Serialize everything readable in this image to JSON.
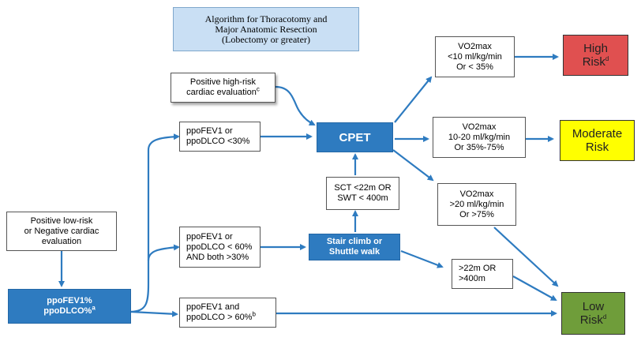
{
  "colors": {
    "arrow": "#2e7bc0",
    "blue_box": "#2e7bc0",
    "title_bg": "#c9dff4",
    "high_risk": "#e05050",
    "moderate_risk": "#ffff00",
    "low_risk": "#6f9d3a"
  },
  "title": {
    "line1": "Algorithm for Thoracotomy and",
    "line2": "Major Anatomic Resection",
    "line3": "(Lobectomy or greater)"
  },
  "nodes": {
    "positive_high_risk": {
      "line1": "Positive high-risk",
      "line2": "cardiac evaluation",
      "sup": "c"
    },
    "positive_low_risk": {
      "line1": "Positive low-risk",
      "line2": "or Negative cardiac",
      "line3": "evaluation"
    },
    "ppofev1_input": {
      "line1": "ppoFEV1%",
      "line2": "ppoDLCO%",
      "sup": "a"
    },
    "lt30": {
      "line1": "ppoFEV1 or",
      "line2": "ppoDLCO <30%"
    },
    "mid": {
      "line1": "ppoFEV1 or",
      "line2": "ppoDLCO < 60%",
      "line3": "AND both >30%"
    },
    "gt60": {
      "line1": "ppoFEV1 and",
      "line2": "ppoDLCO > 60%",
      "sup": "b"
    },
    "cpet": {
      "label": "CPET"
    },
    "stair": {
      "line1": "Stair climb or",
      "line2": "Shuttle walk"
    },
    "sct": {
      "line1": "SCT <22m OR",
      "line2": "SWT < 400m"
    },
    "gt22": {
      "line1": ">22m OR",
      "line2": ">400m"
    },
    "vo2_high": {
      "line1": "VO2max",
      "line2": "<10 ml/kg/min",
      "line3": "Or < 35%"
    },
    "vo2_mod": {
      "line1": "VO2max",
      "line2": "10-20 ml/kg/min",
      "line3": "Or 35%-75%"
    },
    "vo2_low": {
      "line1": "VO2max",
      "line2": ">20 ml/kg/min",
      "line3": "Or  >75%"
    }
  },
  "risks": {
    "high": {
      "line1": "High",
      "line2": "Risk",
      "sup": "d"
    },
    "moderate": {
      "line1": "Moderate",
      "line2": "Risk"
    },
    "low": {
      "line1": "Low",
      "line2": "Risk",
      "sup": "d"
    }
  }
}
